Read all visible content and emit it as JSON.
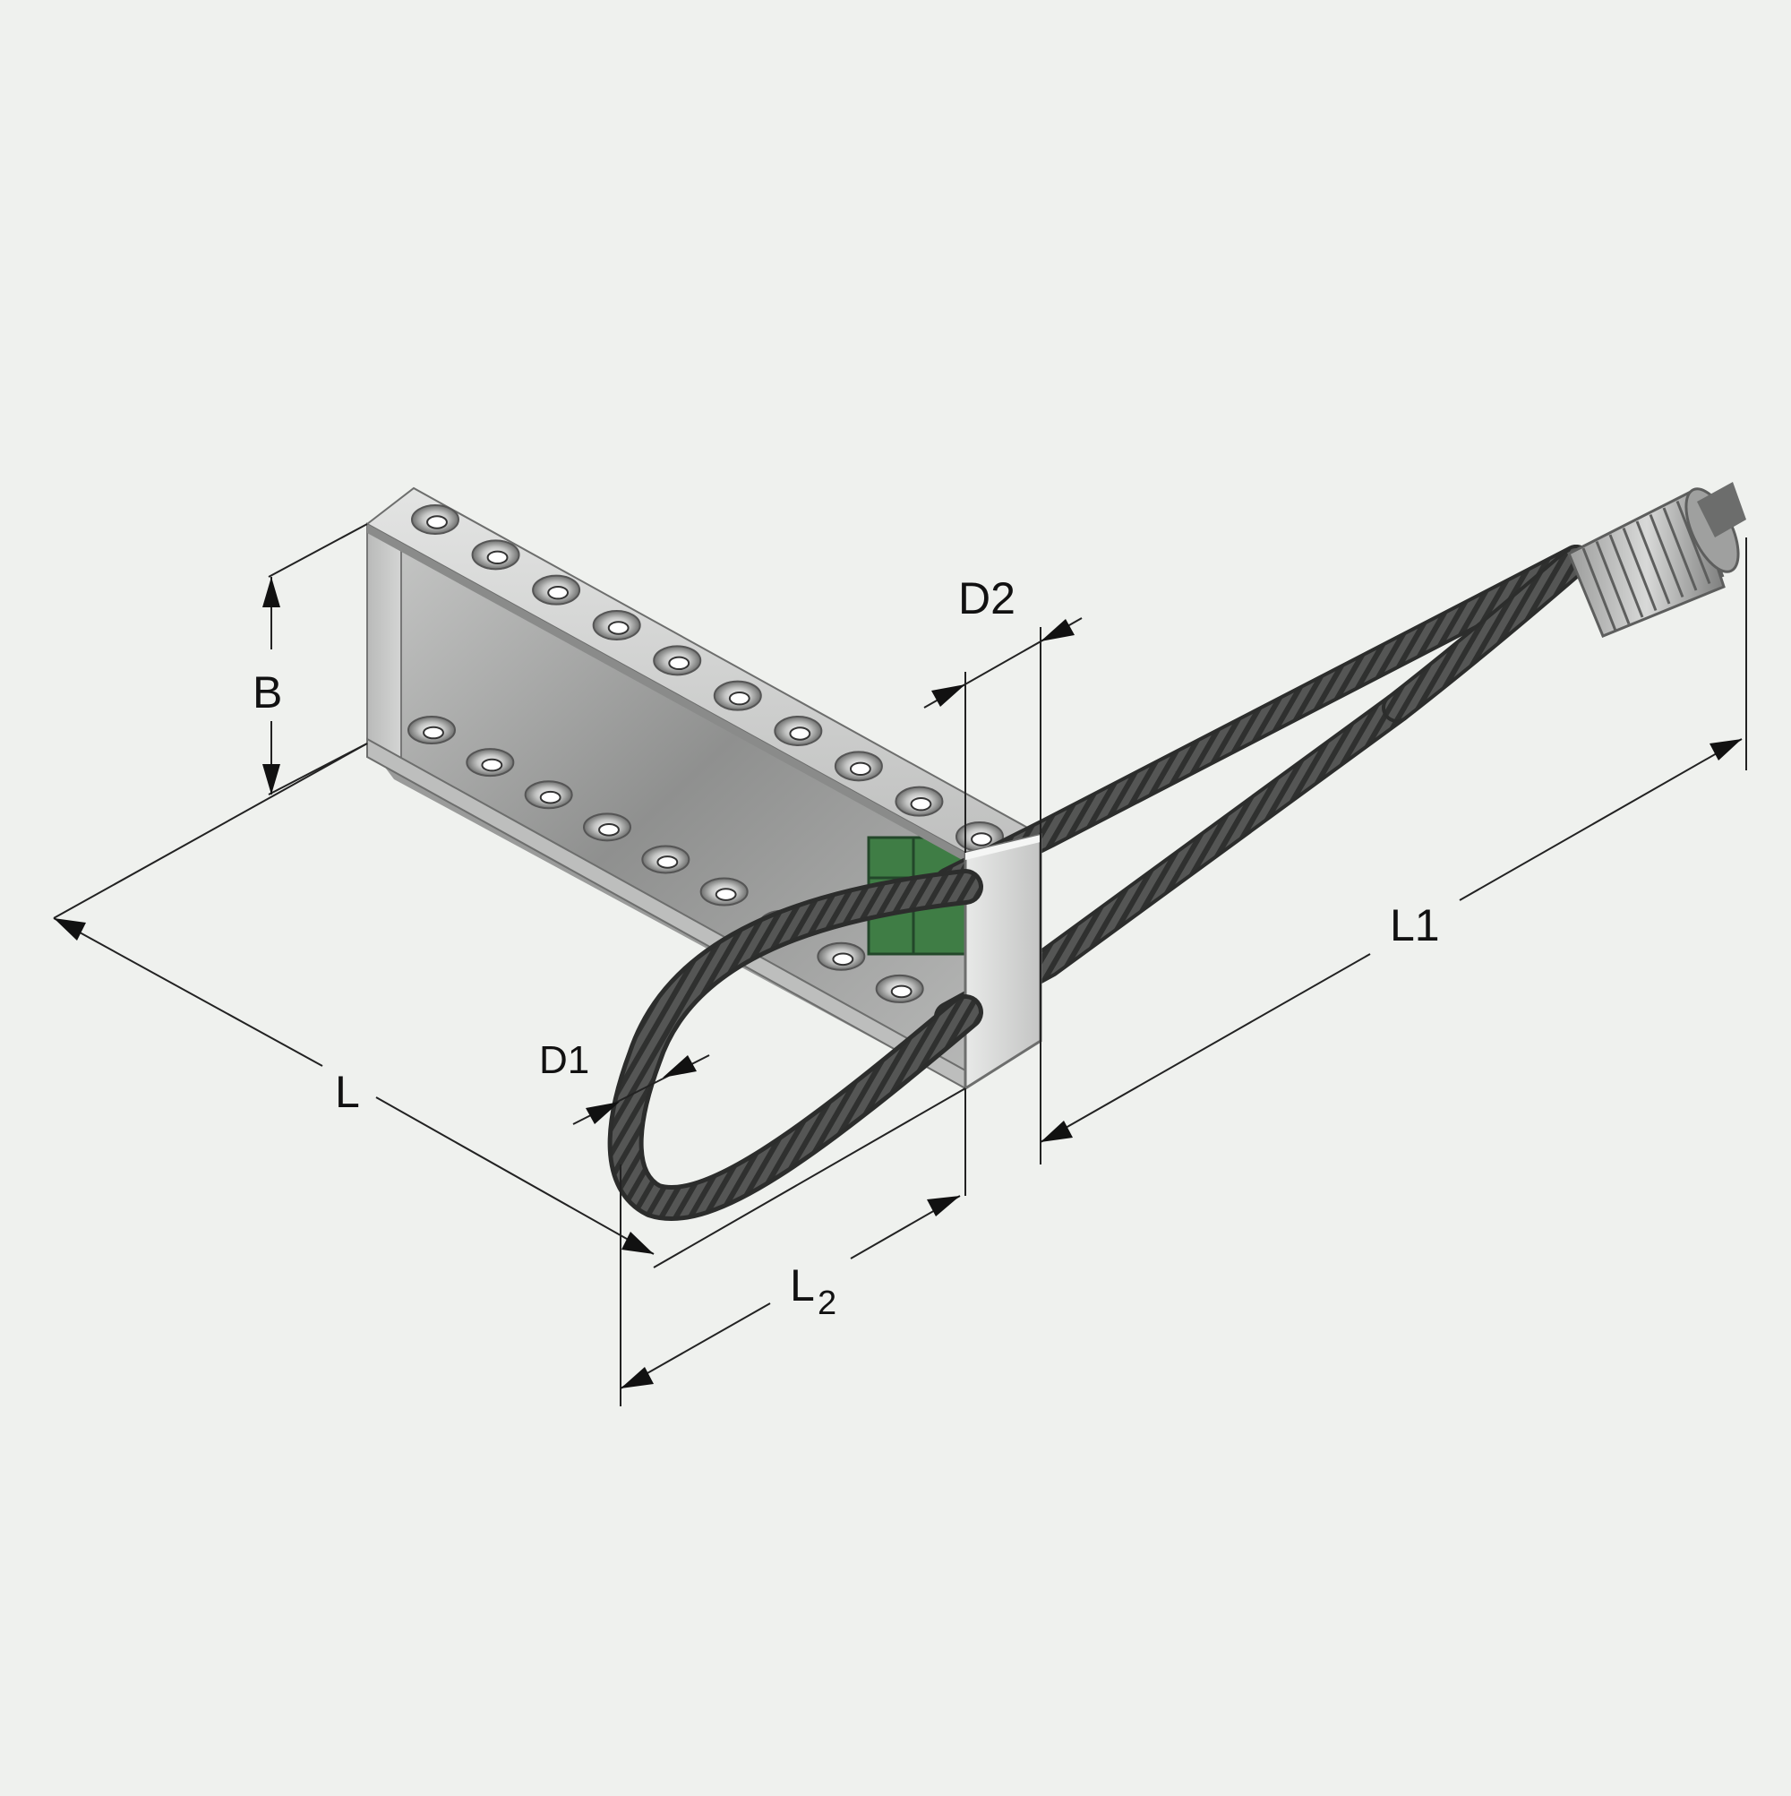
{
  "background": "#eff1ee",
  "colors": {
    "steel_light": "#d9dad9",
    "steel_mid": "#a9aaa9",
    "steel_dark": "#6d6e6d",
    "rebar": "#4a4b4a",
    "connector_green": "#3f7d45",
    "dimension_line": "#222222"
  },
  "labels": {
    "B": "B",
    "D2": "D2",
    "L1": "L1",
    "D1": "D1",
    "L": "L",
    "L2_main": "L",
    "L2_sub": "2"
  },
  "counts": {
    "top_holes": 10,
    "bottom_holes": 10
  }
}
